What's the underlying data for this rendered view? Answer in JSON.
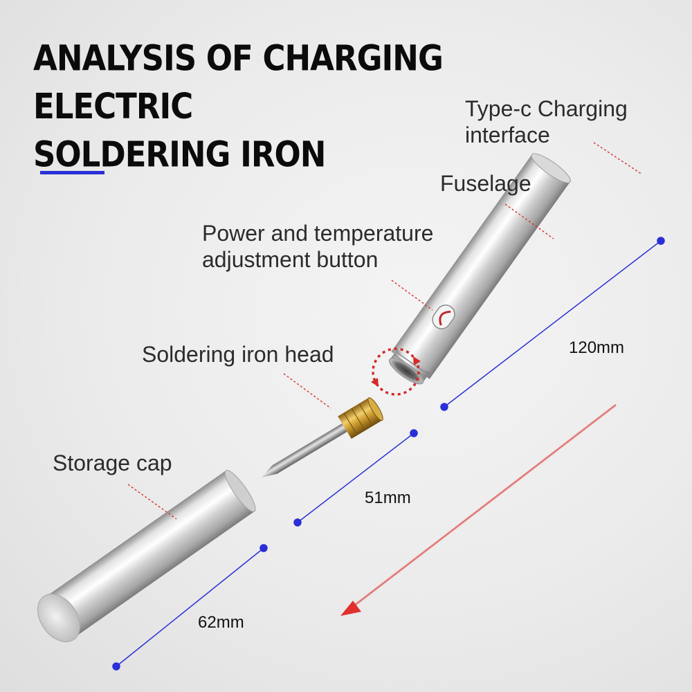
{
  "title": {
    "line1": "ANALYSIS OF CHARGING",
    "line2": "ELECTRIC",
    "line3": "SOLDERING IRON"
  },
  "labels": {
    "type_c": {
      "line1": "Type-c Charging",
      "line2": "interface"
    },
    "fuselage": "Fuselage",
    "button": {
      "line1": "Power and temperature",
      "line2": "adjustment button"
    },
    "head": "Soldering iron head",
    "cap": "Storage cap"
  },
  "dimensions": {
    "fuselage_length": "120mm",
    "head_length": "51mm",
    "cap_length": "62mm"
  },
  "colors": {
    "accent_blue": "#2a2fd6",
    "leader_red": "#d83a3a",
    "button_red": "#c0282c",
    "brass": "#c99a2e"
  },
  "icons": {
    "rotate": "circular-arrow-icon",
    "direction": "arrow-down-left-icon"
  }
}
